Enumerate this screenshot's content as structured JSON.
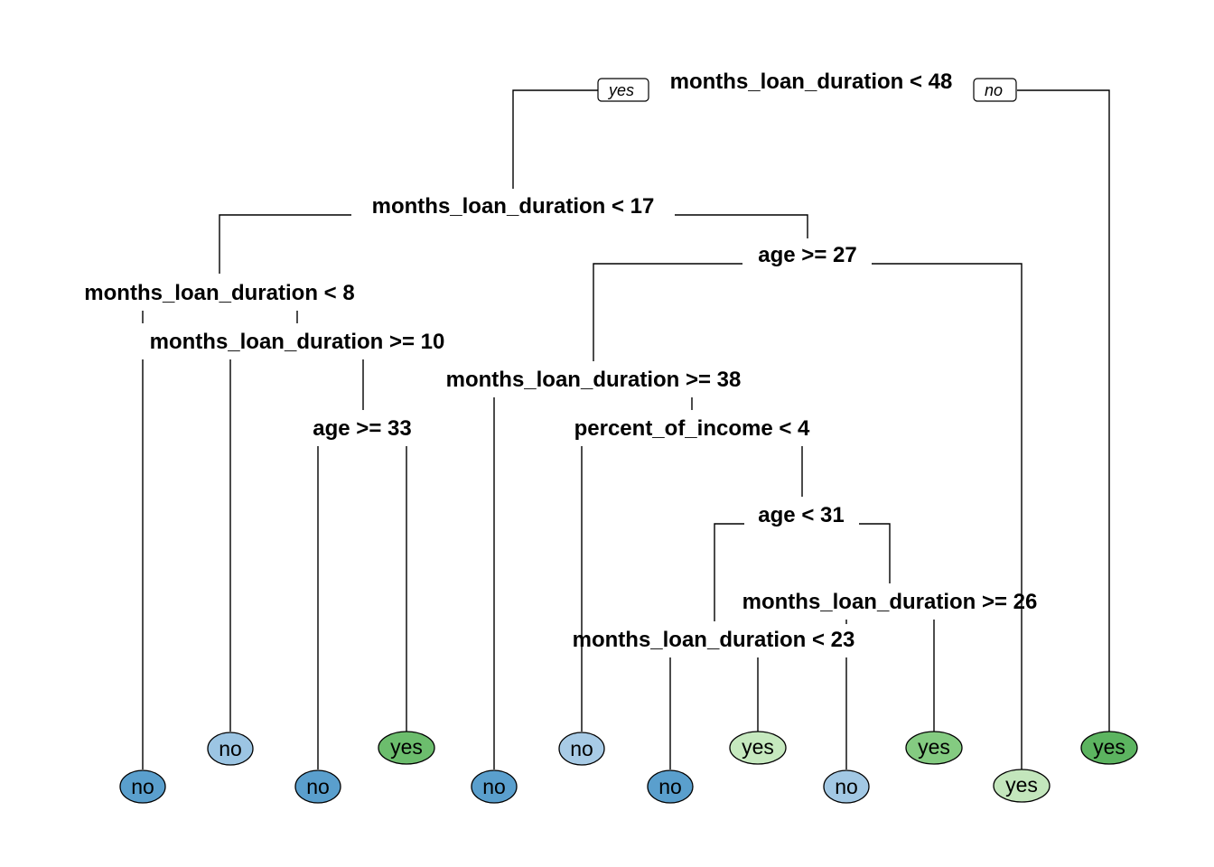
{
  "tree": {
    "edge_labels": {
      "yes": "yes",
      "no": "no"
    },
    "splits": [
      {
        "id": "s1",
        "label": "months_loan_duration < 48"
      },
      {
        "id": "s2",
        "label": "months_loan_duration < 17"
      },
      {
        "id": "s3",
        "label": "age >= 27"
      },
      {
        "id": "s4",
        "label": "months_loan_duration < 8"
      },
      {
        "id": "s5",
        "label": "months_loan_duration >= 10"
      },
      {
        "id": "s6",
        "label": "months_loan_duration >= 38"
      },
      {
        "id": "s7",
        "label": "age >= 33"
      },
      {
        "id": "s8",
        "label": "percent_of_income < 4"
      },
      {
        "id": "s9",
        "label": "age < 31"
      },
      {
        "id": "s10",
        "label": "months_loan_duration >= 26"
      },
      {
        "id": "s11",
        "label": "months_loan_duration < 23"
      }
    ],
    "leaves": [
      {
        "id": "l1",
        "label": "no",
        "color": "#5a9fcd"
      },
      {
        "id": "l2",
        "label": "no",
        "color": "#9cc5e3"
      },
      {
        "id": "l3",
        "label": "no",
        "color": "#5a9fcd"
      },
      {
        "id": "l4",
        "label": "yes",
        "color": "#6cbd6d"
      },
      {
        "id": "l5",
        "label": "no",
        "color": "#5a9fcd"
      },
      {
        "id": "l6",
        "label": "no",
        "color": "#a8cbe6"
      },
      {
        "id": "l7",
        "label": "no",
        "color": "#5a9fcd"
      },
      {
        "id": "l8",
        "label": "yes",
        "color": "#c6e9bf"
      },
      {
        "id": "l9",
        "label": "no",
        "color": "#a2c8e4"
      },
      {
        "id": "l10",
        "label": "yes",
        "color": "#84cb81"
      },
      {
        "id": "l11",
        "label": "yes",
        "color": "#c3e6bc"
      },
      {
        "id": "l12",
        "label": "yes",
        "color": "#5cb460"
      }
    ]
  }
}
